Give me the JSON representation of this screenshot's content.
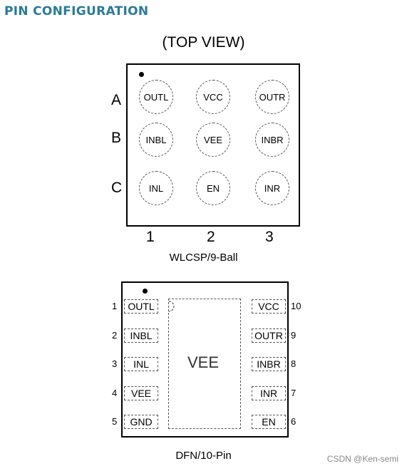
{
  "heading": "PIN CONFIGURATION",
  "subtitle": "(TOP VIEW)",
  "wlcsp": {
    "caption": "WLCSP/9-Ball",
    "rows": [
      "A",
      "B",
      "C"
    ],
    "cols": [
      "1",
      "2",
      "3"
    ],
    "balls": [
      [
        "OUTL",
        "VCC",
        "OUTR"
      ],
      [
        "INBL",
        "VEE",
        "INBR"
      ],
      [
        "INL",
        "EN",
        "INR"
      ]
    ]
  },
  "dfn": {
    "caption": "DFN/10-Pin",
    "center_pad": "VEE",
    "left_pins": [
      {
        "num": "1",
        "name": "OUTL"
      },
      {
        "num": "2",
        "name": "INBL"
      },
      {
        "num": "3",
        "name": "INL"
      },
      {
        "num": "4",
        "name": "VEE"
      },
      {
        "num": "5",
        "name": "GND"
      }
    ],
    "right_pins": [
      {
        "num": "10",
        "name": "VCC"
      },
      {
        "num": "9",
        "name": "OUTR"
      },
      {
        "num": "8",
        "name": "INBR"
      },
      {
        "num": "7",
        "name": "INR"
      },
      {
        "num": "6",
        "name": "EN"
      }
    ]
  },
  "watermark": "CSDN @Ken-semi"
}
